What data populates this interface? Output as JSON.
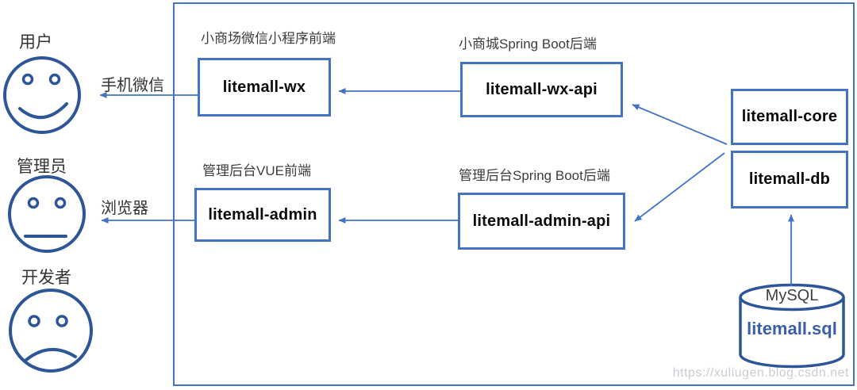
{
  "diagram": {
    "actors": [
      {
        "label": "用户",
        "icon": "smile-face-icon"
      },
      {
        "label": "管理员",
        "icon": "neutral-face-icon"
      },
      {
        "label": "开发者",
        "icon": "frown-face-icon"
      }
    ],
    "channels": [
      {
        "label": "手机微信"
      },
      {
        "label": "浏览器"
      }
    ],
    "modules": [
      {
        "label": "litemall-wx",
        "annotation": "小商场微信小程序前端"
      },
      {
        "label": "litemall-wx-api",
        "annotation": "小商城Spring Boot后端"
      },
      {
        "label": "litemall-admin",
        "annotation": "管理后台VUE前端"
      },
      {
        "label": "litemall-admin-api",
        "annotation": "管理后台Spring Boot后端"
      },
      {
        "label": "litemall-core"
      },
      {
        "label": "litemall-db"
      }
    ],
    "database": {
      "engine": "MySQL",
      "file": "litemall.sql"
    },
    "watermark": "https://xuliugen.blog.csdn.net",
    "colors": {
      "box_border": "#4472C4",
      "arrow": "#4472C4",
      "figure_stroke": "#2E5597",
      "annotation_text": "#3D3D3D",
      "box_text": "#0A0A0A",
      "db_file_text": "#3A5FA8",
      "db_engine_text": "#404040",
      "watermark_text": "#CACCD3"
    }
  }
}
